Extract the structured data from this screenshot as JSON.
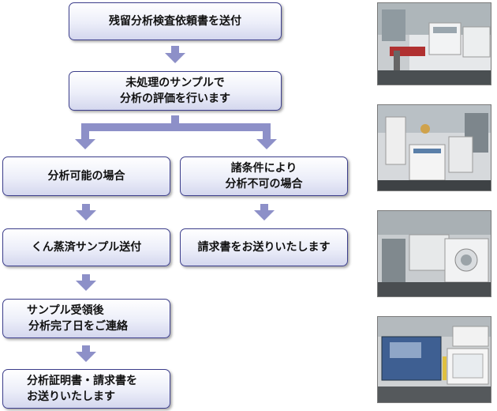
{
  "flow": {
    "step1": "残留分析検査依頼書を送付",
    "step2": [
      "未処理のサンプルで",
      "分析の評価を行います"
    ],
    "branch_ok": "分析可能の場合",
    "branch_ng": [
      "諸条件により",
      "分析不可の場合"
    ],
    "step_ok_1": "くん蒸済サンプル送付",
    "step_ng_1": "請求書をお送りいたします",
    "step_ok_2": [
      "サンプル受領後",
      "分析完了日をご連絡"
    ],
    "step_ok_3": [
      "分析証明書・請求書を",
      "お送りいたします"
    ]
  },
  "colors": {
    "box_border": "#3d3f8c",
    "arrow": "#8d90c8"
  }
}
